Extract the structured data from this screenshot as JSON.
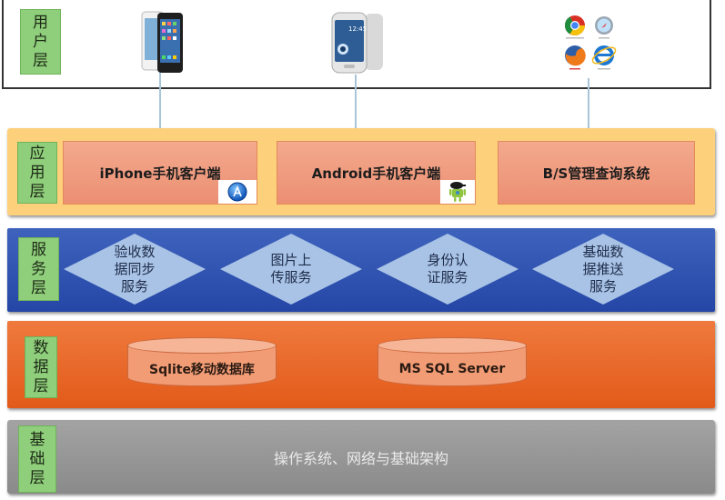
{
  "diagram": {
    "type": "layered-architecture",
    "layers": [
      {
        "id": "user",
        "label_chars": [
          "用",
          "户",
          "层"
        ],
        "label": "用户层",
        "items": [
          {
            "name": "iPhone devices",
            "icon": "iphone-icon"
          },
          {
            "name": "Android phone",
            "icon": "android-phone-icon"
          },
          {
            "name": "Web browsers",
            "icon": "browsers-icon",
            "browsers": [
              "Google Chrome",
              "Safari",
              "Firefox",
              "Internet Explorer"
            ]
          }
        ]
      },
      {
        "id": "app",
        "label_chars": [
          "应",
          "用",
          "层"
        ],
        "label": "应用层",
        "items": [
          {
            "text": "iPhone手机客户端",
            "badge": "app-store-icon"
          },
          {
            "text": "Android手机客户端",
            "badge": "android-robot-icon"
          },
          {
            "text": "B/S管理查询系统"
          }
        ]
      },
      {
        "id": "service",
        "label_chars": [
          "服",
          "务",
          "层"
        ],
        "label": "服务层",
        "items": [
          {
            "lines": [
              "验收数",
              "据同步",
              "服务"
            ]
          },
          {
            "lines": [
              "图片上",
              "传服务"
            ]
          },
          {
            "lines": [
              "身份认",
              "证服务"
            ]
          },
          {
            "lines": [
              "基础数",
              "据推送",
              "服务"
            ]
          }
        ]
      },
      {
        "id": "data",
        "label_chars": [
          "数",
          "据",
          "层"
        ],
        "label": "数据层",
        "items": [
          {
            "text": "Sqlite移动数据库"
          },
          {
            "text": "MS SQL Server"
          }
        ]
      },
      {
        "id": "base",
        "label_chars": [
          "基",
          "础",
          "层"
        ],
        "label": "基础层",
        "text": "操作系统、网络与基础架构"
      }
    ],
    "colors": {
      "label_green": "#8fce7a",
      "app_layer": "#fdd07c",
      "app_box": "#ec9a7c",
      "service_layer": "#2f52b0",
      "diamond": "#a9c3e6",
      "data_layer": "#e8662a",
      "cylinder": "#f29c75",
      "base_layer": "#959595",
      "connector": "#a9c6d8"
    }
  }
}
